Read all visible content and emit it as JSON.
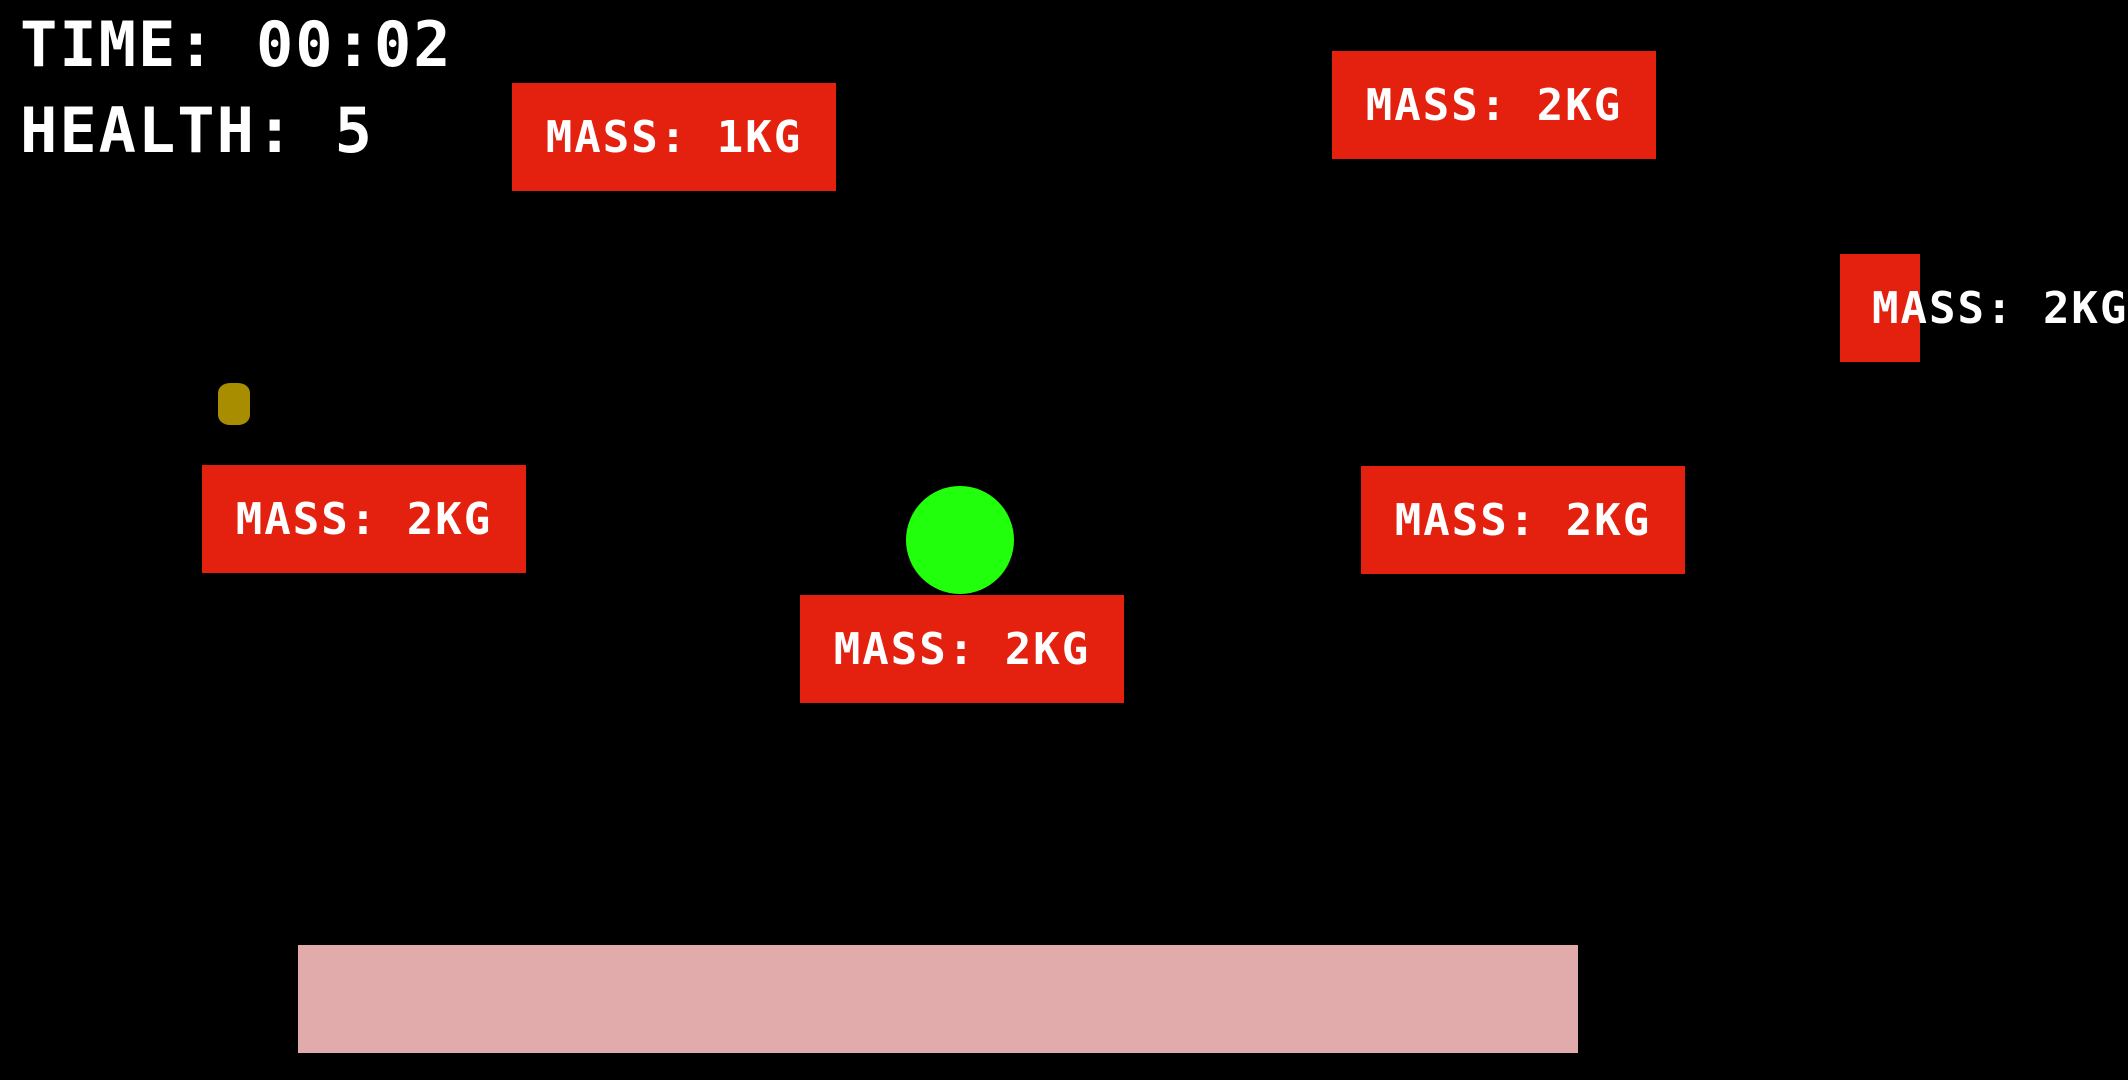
{
  "hud": {
    "time_label": "TIME:",
    "time_value": "00:02",
    "health_label": "HEALTH:",
    "health_value": "5"
  },
  "crates": [
    {
      "label": "MASS: 1KG"
    },
    {
      "label": "MASS: 2KG"
    },
    {
      "label": "MASS: 2KG"
    },
    {
      "label": "MASS: 2KG"
    },
    {
      "label": "MASS: 2KG"
    },
    {
      "label": "MASS: 2KG"
    }
  ],
  "colors": {
    "background": "#000000",
    "crate": "#e4210f",
    "ball": "#22ff0d",
    "coin": "#a98d00",
    "platform": "#e1abab",
    "text": "#ffffff"
  },
  "icons": {
    "ball": "green-ball-icon",
    "coin": "gold-coin-icon"
  }
}
